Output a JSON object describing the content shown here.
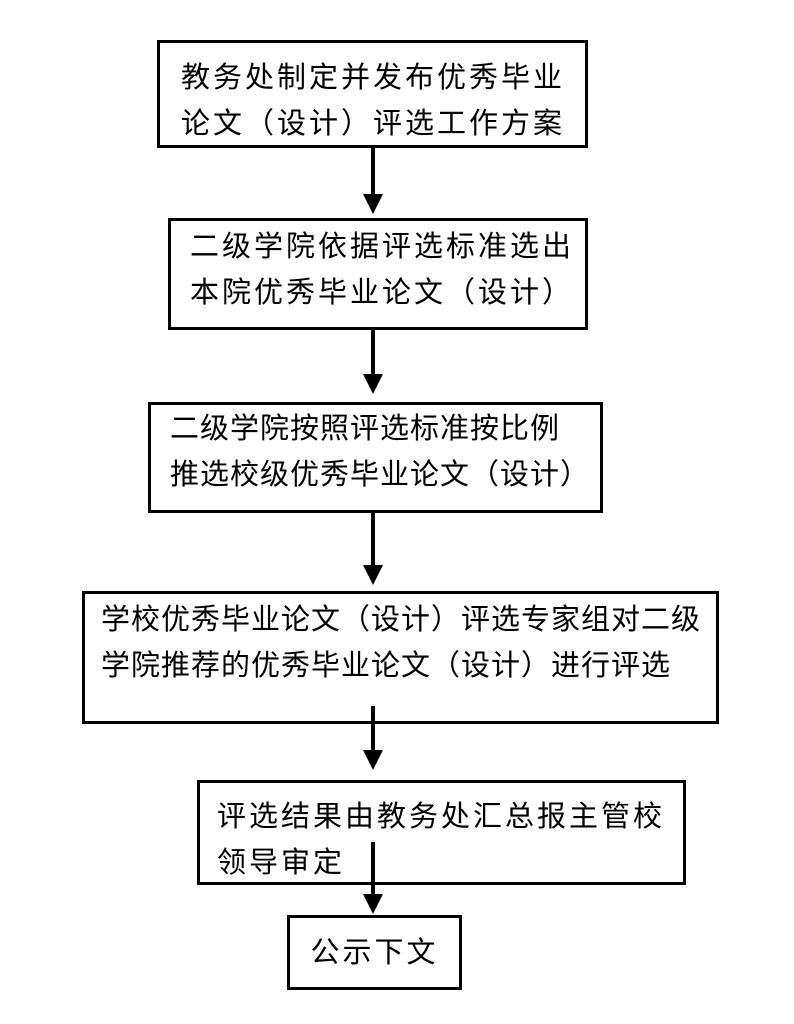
{
  "page": {
    "background_color": "#ffffff",
    "ink_color": "#000000"
  },
  "diagram": {
    "type": "flowchart",
    "direction": "top-down",
    "boxes": [
      {
        "step": 1,
        "text": "教务处制定并发布优秀毕业论文（设计）评选工作方案",
        "lines": [
          "教务处制定并发布优秀毕业",
          "论文（设计）评选工作方案"
        ]
      },
      {
        "step": 2,
        "text": "二级学院依据评选标准选出本院优秀毕业论文（设计）",
        "lines": [
          "二级学院依据评选标准选出",
          "本院优秀毕业论文（设计）"
        ]
      },
      {
        "step": 3,
        "text": "二级学院按照评选标准按比例推选校级优秀毕业论文（设计）",
        "lines": [
          "二级学院按照评选标准按比例",
          "推选校级优秀毕业论文（设计）"
        ]
      },
      {
        "step": 4,
        "text": "学校优秀毕业论文（设计）评选专家组对二级学院推荐的优秀毕业论文（设计）进行评选",
        "lines": [
          "学校优秀毕业论文（设计）评选专家组对二级",
          "学院推荐的优秀毕业论文（设计）进行评选"
        ]
      },
      {
        "step": 5,
        "text": "评选结果由教务处汇总报主管校领导审定",
        "lines": [
          "评选结果由教务处汇总报主管校",
          "领导审定"
        ]
      },
      {
        "step": 6,
        "text": "公示下文",
        "lines": [
          "公示下文"
        ]
      }
    ],
    "connectors": [
      {
        "from": 1,
        "to": 2,
        "type": "arrow-down"
      },
      {
        "from": 2,
        "to": 3,
        "type": "arrow-down"
      },
      {
        "from": 3,
        "to": 4,
        "type": "arrow-down"
      },
      {
        "from": 4,
        "to": 5,
        "type": "arrow-down"
      },
      {
        "from": 5,
        "to": 6,
        "type": "arrow-down"
      }
    ]
  }
}
